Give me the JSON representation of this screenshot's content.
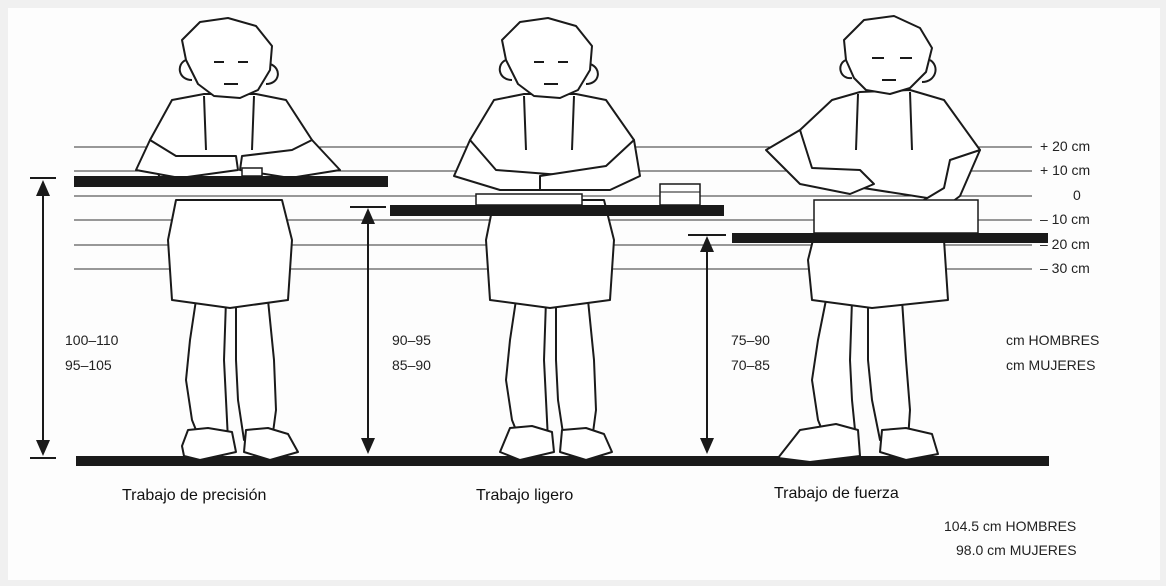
{
  "levels": [
    {
      "label": "+ 20 cm"
    },
    {
      "label": "+ 10 cm"
    },
    {
      "label": "0"
    },
    {
      "label": "– 10 cm"
    },
    {
      "label": "– 20 cm"
    },
    {
      "label": "– 30 cm"
    }
  ],
  "work_types": [
    {
      "caption": "Trabajo de precisión",
      "men": "100–110",
      "women": "95–105"
    },
    {
      "caption": "Trabajo ligero",
      "men": "90–95",
      "women": "85–90"
    },
    {
      "caption": "Trabajo de fuerza",
      "men": "75–90",
      "women": "70–85"
    }
  ],
  "units": {
    "men": "cm HOMBRES",
    "women": "cm MUJERES"
  },
  "elbow_height": {
    "men": "104.5 cm HOMBRES",
    "women": "98.0 cm MUJERES"
  }
}
